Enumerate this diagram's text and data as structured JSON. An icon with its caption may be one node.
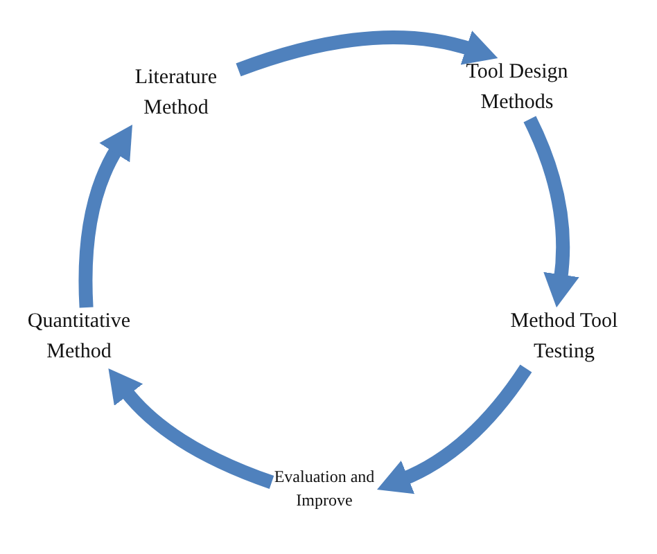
{
  "diagram": {
    "nodes": [
      {
        "text": [
          "Literature Method"
        ]
      },
      {
        "text": [
          "Tool Design Methods"
        ]
      },
      {
        "text": [
          "Method Tool Testing"
        ]
      },
      {
        "text": [
          "Evaluation and Improve"
        ]
      },
      {
        "text": [
          "Quantitative Method"
        ]
      }
    ],
    "edges": [
      {
        "from": 0,
        "to": 1,
        "arrow": "to"
      },
      {
        "from": 1,
        "to": 2,
        "arrow": "to"
      },
      {
        "from": 2,
        "to": 3,
        "arrow": "to"
      },
      {
        "from": 3,
        "to": 4,
        "arrow": "to"
      },
      {
        "from": 4,
        "to": 0,
        "arrow": "to"
      }
    ]
  }
}
